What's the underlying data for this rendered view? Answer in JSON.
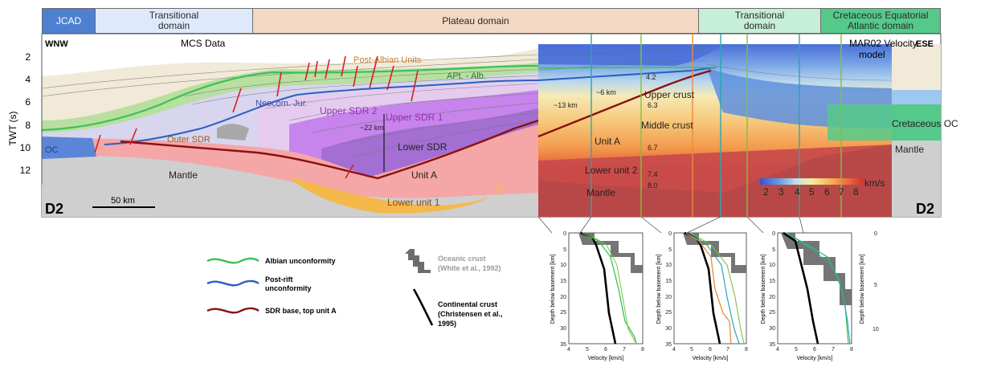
{
  "domains": {
    "jcad": "JCAD",
    "transitional_left": "Transitional\ndomain",
    "plateau": "Plateau domain",
    "transitional_right": "Transitional\ndomain",
    "cretaceous": "Cretaceous Equatorial\nAtlantic domain"
  },
  "colors": {
    "jcad": "#4f7fd1",
    "transitional_left": "#deeafb",
    "plateau": "#f3d9c4",
    "transitional_right": "#c6eed9",
    "cretaceous": "#55c98a",
    "albian_unconformity": "#3cc05a",
    "post_rift_unconformity": "#2b5fc0",
    "sdr_base": "#8b1010"
  },
  "section": {
    "wnw": "WNW",
    "ese": "ESE",
    "mcs": "MCS Data",
    "mar02_line1": "MAR02 Velocity",
    "mar02_line2": "model",
    "twt_axis": "TWT (s)",
    "twt_ticks": [
      "2",
      "4",
      "6",
      "8",
      "10",
      "12"
    ],
    "profile_left": "D2",
    "profile_right": "D2",
    "scale": "50 km"
  },
  "labels": {
    "post_albian": "Post-Albian Units",
    "apt_alb": "APt. - Alb.",
    "neocom": "Neocom. Jur.",
    "upper_sdr2": "Upper SDR 2",
    "upper_sdr1": "Upper SDR 1",
    "lower_sdr": "Lower SDR",
    "outer_sdr": "Outer SDR",
    "oc": "OC",
    "mantle_left": "Mantle",
    "unit_a_left": "Unit A",
    "lower_unit1": "Lower unit 1",
    "question": "?",
    "d22": "~22 km",
    "d13": "~13 km",
    "d6": "~6 km",
    "upper_crust": "Upper crust",
    "middle_crust": "Middle crust",
    "unit_a_right": "Unit A",
    "lower_unit2": "Lower unit 2",
    "mantle_mid": "Mantle",
    "cretaceous_oc": "Cretaceous OC",
    "mantle_right": "Mantle",
    "v42": "4.2",
    "v63": "6.3",
    "v67": "6.7",
    "v74": "7.4",
    "v80": "8.0"
  },
  "velocity_scale": {
    "ticks": [
      "2",
      "3",
      "4",
      "5",
      "6",
      "7",
      "8"
    ],
    "unit": "km/s"
  },
  "legend": {
    "albian": "Albian unconformity",
    "post_rift_1": "Post-rift",
    "post_rift_2": "unconformity",
    "sdr_base": "SDR base, top unit A",
    "oceanic_1": "Oceanic crust",
    "oceanic_2": "(White et al., 1992)",
    "continental_1": "Continental crust",
    "continental_2": "(Christensen et al.,",
    "continental_3": "1995)"
  },
  "plots": {
    "xlabel": "Velocity [km/s]",
    "ylabel": "Depth below basement [km]",
    "x_ticks": [
      "4",
      "5",
      "6",
      "7",
      "8"
    ],
    "y_ticks": [
      "0",
      "5",
      "10",
      "15",
      "20",
      "25",
      "30",
      "35"
    ],
    "right_axis_ticks": [
      "0",
      "5",
      "10"
    ]
  }
}
